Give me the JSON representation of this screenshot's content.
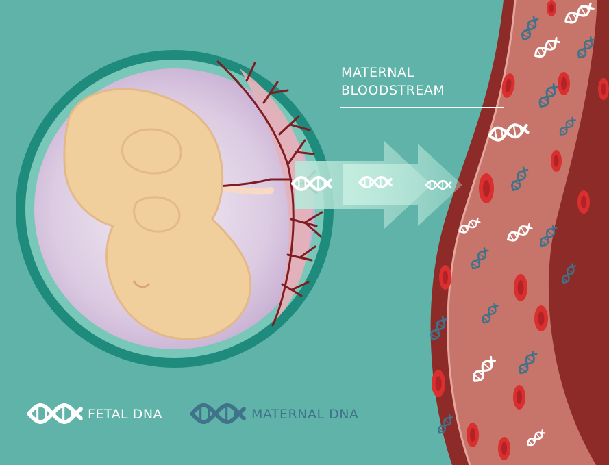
{
  "labels": {
    "title_line1": "MATERNAL",
    "title_line2": "BLOODSTREAM"
  },
  "legend": {
    "fetal_label": "FETAL DNA",
    "maternal_label": "MATERNAL DNA"
  },
  "colors": {
    "background": "#5fb3a8",
    "fetal_dna": "#ffffff",
    "maternal_dna": "#40728a",
    "red_cell": "#d92f2f",
    "vessel_wall": "#8c2b28",
    "blood_plasma": "#c7756b",
    "uterus_ring": "#1f8b7c",
    "amniotic_sac": "#d8c6df",
    "fetus_skin": "#f1cf9c",
    "placenta_vessels": "#7e1d22"
  },
  "icons": {
    "fetal_dna": "dna-helix-icon",
    "maternal_dna": "dna-helix-icon",
    "red_blood_cell": "red-blood-cell-icon",
    "transfer_arrow": "arrow-right-icon"
  }
}
